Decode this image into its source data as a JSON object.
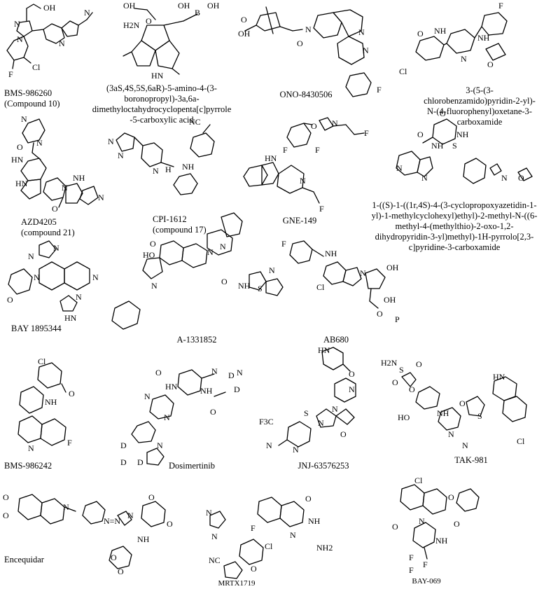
{
  "compounds": [
    {
      "id": "bms986260",
      "lines": [
        "BMS-986260",
        "(Compound 10)"
      ]
    },
    {
      "id": "boronic",
      "lines": [
        "(3aS,4S,5S,6aR)-5-amino-4-(3-",
        "boronopropyl)-3a,6a-",
        "dimethyloctahydrocyclopenta[c]pyrrole",
        "-5-carboxylic acid"
      ]
    },
    {
      "id": "ono8430506",
      "lines": [
        "ONO-8430506"
      ]
    },
    {
      "id": "oxetane",
      "lines": [
        "3-(5-(3-",
        "chlorobenzamido)pyridin-2-yl)-",
        "N-(4-fluorophenyl)oxetane-3-",
        "carboxamide"
      ]
    },
    {
      "id": "azd4205",
      "lines": [
        "AZD4205",
        "(compound 21)"
      ]
    },
    {
      "id": "cpi1612",
      "lines": [
        "CPI-1612",
        "(compound 17)"
      ]
    },
    {
      "id": "gne149",
      "lines": [
        "GNE-149"
      ]
    },
    {
      "id": "pyrrolo",
      "lines": [
        "1-((S)-1-((1r,4S)-4-(3-cyclopropoxyazetidin-1-",
        "yl)-1-methylcyclohexyl)ethyl)-2-methyl-N-((6-",
        "methyl-4-(methylthio)-2-oxo-1,2-",
        "dihydropyridin-3-yl)methyl)-1H-pyrrolo[2,3-",
        "c]pyridine-3-carboxamide"
      ]
    },
    {
      "id": "bay1895344",
      "lines": [
        "BAY 1895344"
      ]
    },
    {
      "id": "a1331852",
      "lines": [
        "A-1331852"
      ]
    },
    {
      "id": "ab680",
      "lines": [
        "AB680"
      ]
    },
    {
      "id": "bms986242",
      "lines": [
        "BMS-986242"
      ]
    },
    {
      "id": "dosimertinib",
      "lines": [
        "Dosimertinib"
      ]
    },
    {
      "id": "jnj63576253",
      "lines": [
        "JNJ-63576253"
      ]
    },
    {
      "id": "tak981",
      "lines": [
        "TAK-981"
      ]
    },
    {
      "id": "encequidar",
      "lines": [
        "Encequidar"
      ]
    },
    {
      "id": "mrtx1719",
      "lines": [
        "MRTX1719"
      ]
    },
    {
      "id": "bay069",
      "lines": [
        "BAY-069"
      ]
    }
  ],
  "atoms": {
    "oh": "OH",
    "o": "O",
    "n": "N",
    "nh": "NH",
    "hn": "HN",
    "h": "H",
    "cl": "Cl",
    "f": "F",
    "b": "B",
    "h2n": "H2N",
    "nh2": "NH2",
    "s": "S",
    "p": "P",
    "d": "D",
    "nc": "NC",
    "cf3": "F3C",
    "n_n": "N=N"
  }
}
